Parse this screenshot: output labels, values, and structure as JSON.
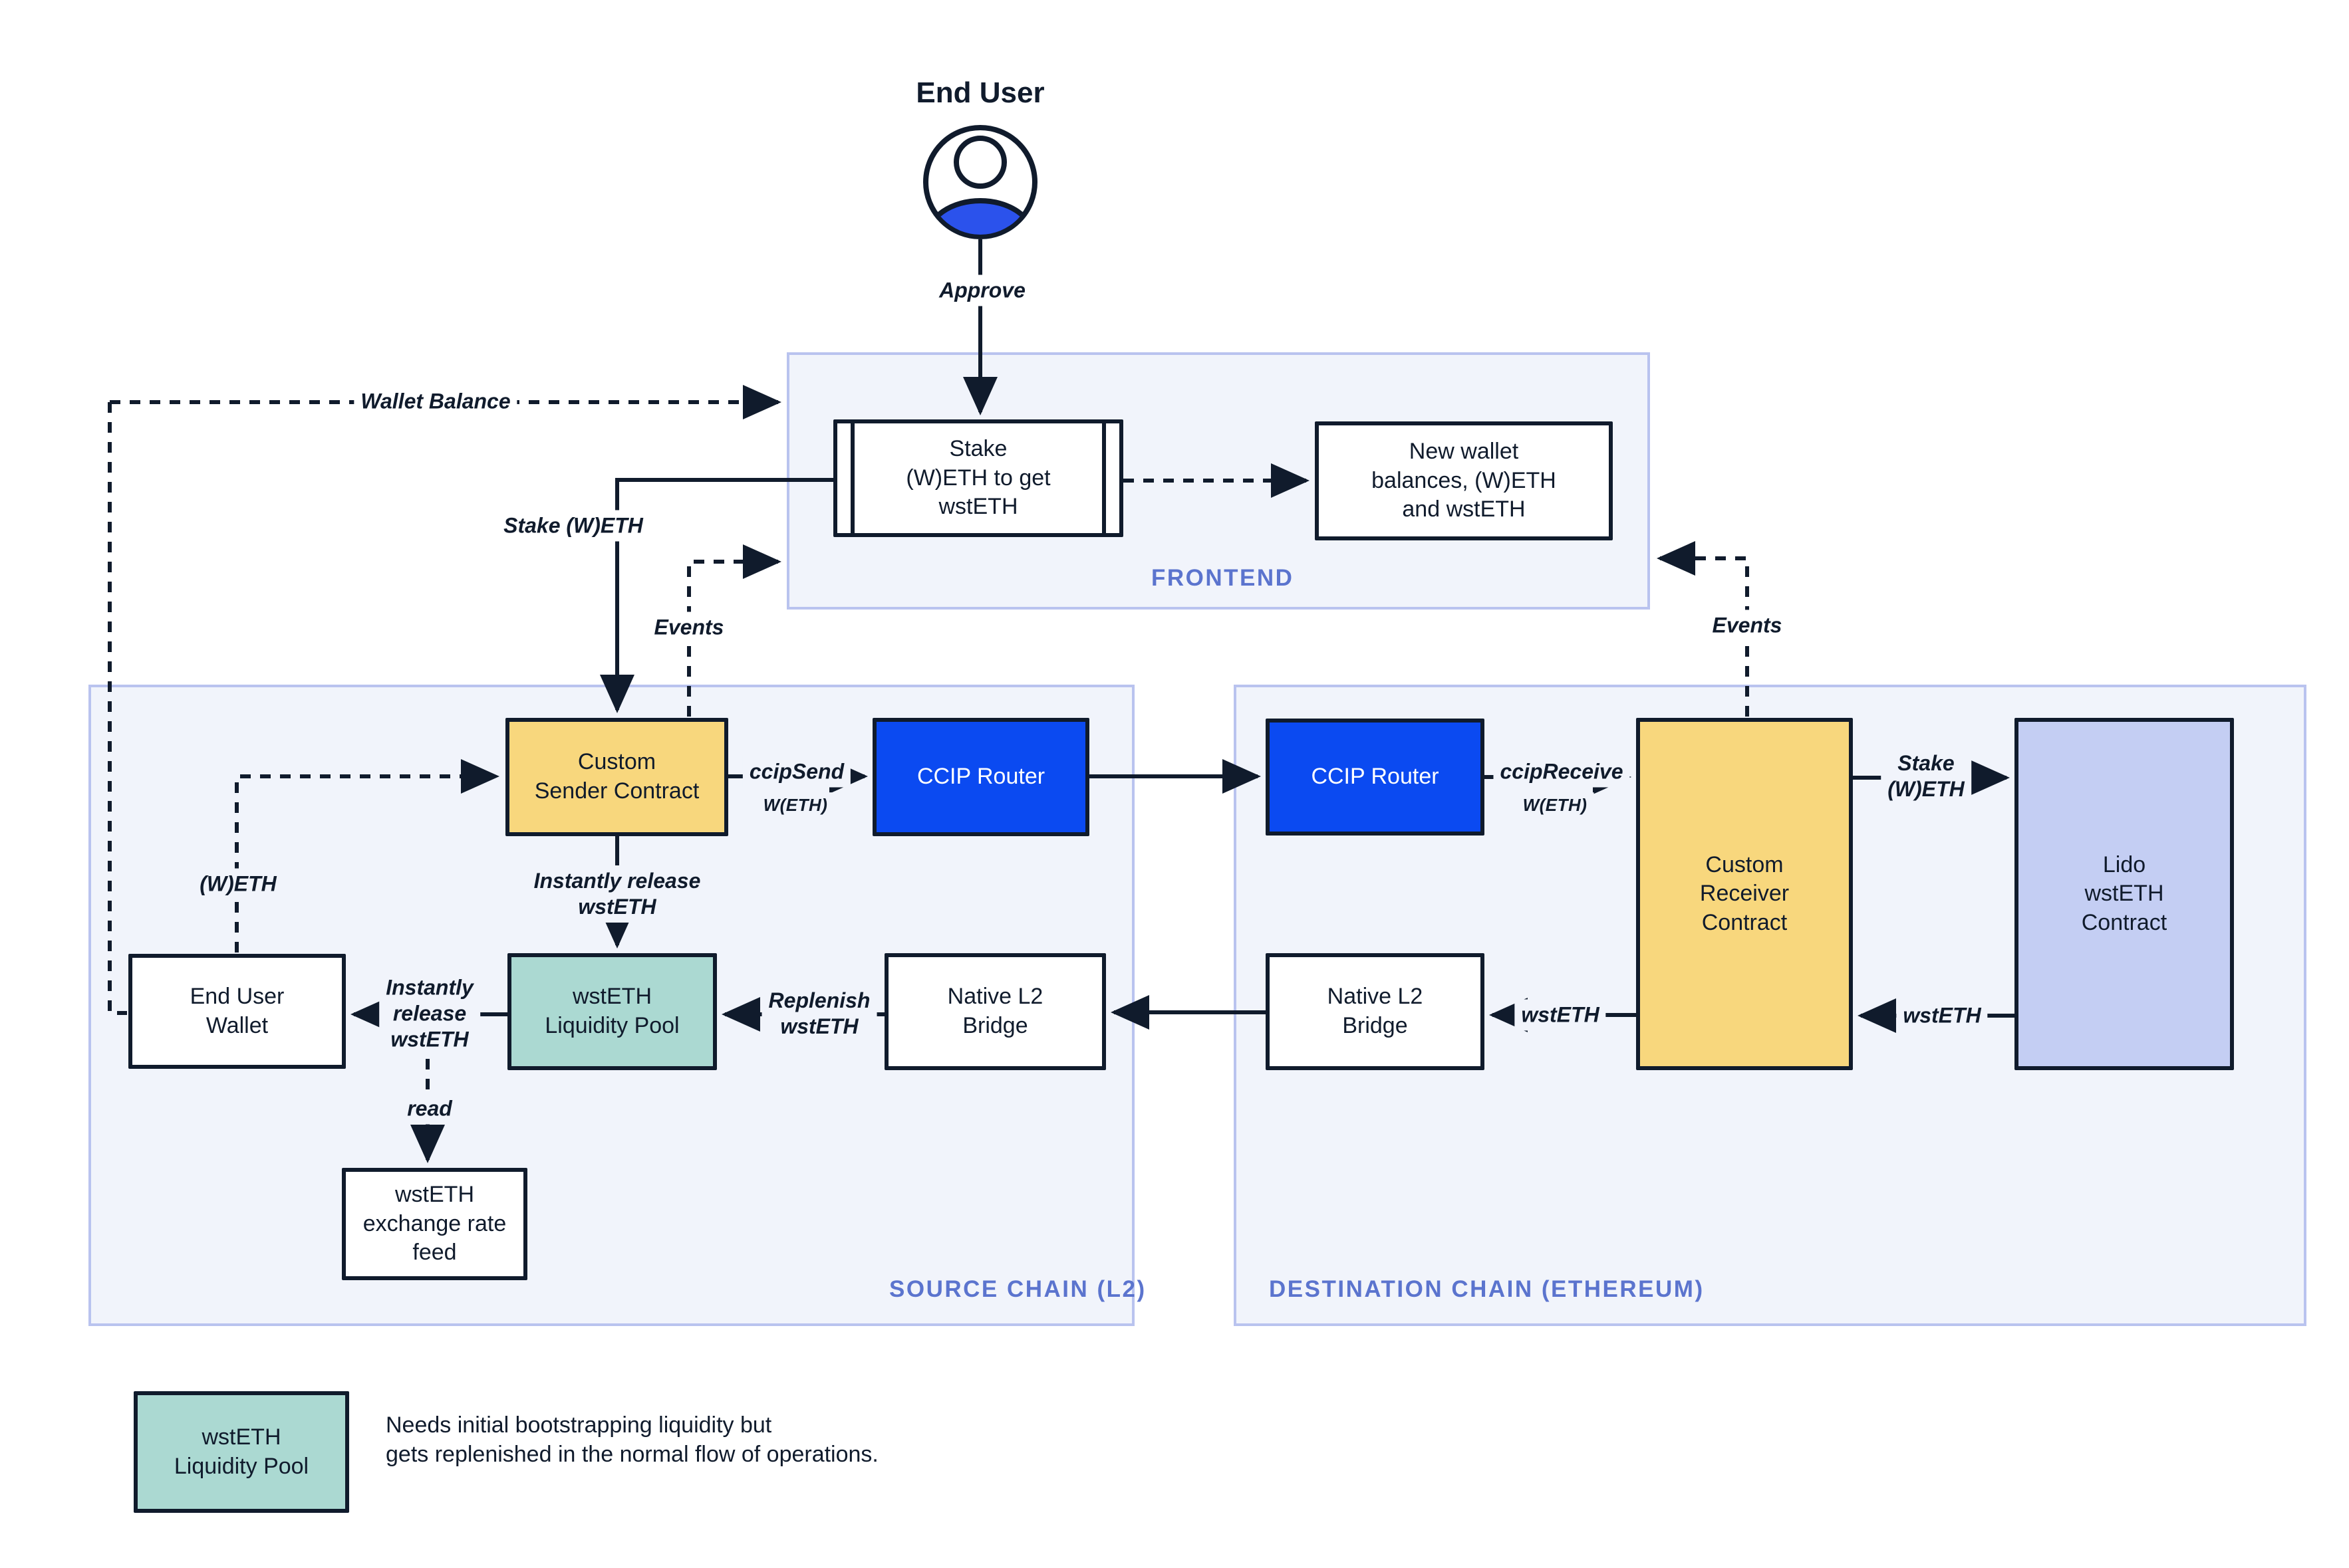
{
  "colors": {
    "ink": "#101B2C",
    "accent_blue": "#0B4AF1",
    "person_blue": "#2B52EC",
    "yellow": "#F8D77D",
    "teal": "#ABD9D2",
    "lavender": "#C4CEF3",
    "container_bg": "#F1F4FB",
    "container_border": "#B9C3EF",
    "container_label": "#5B74CE"
  },
  "actor": {
    "title": "End User"
  },
  "frontend": {
    "label": "FRONTEND",
    "stake_box": "Stake\n(W)ETH to get\nwstETH",
    "new_wallet_box": "New wallet\nbalances, (W)ETH\nand wstETH"
  },
  "source": {
    "label": "SOURCE CHAIN (L2)",
    "custom_sender": "Custom\nSender Contract",
    "ccip_router": "CCIP Router",
    "liquidity_pool": "wstETH\nLiquidity Pool",
    "bridge": "Native L2\nBridge",
    "wallet": "End User\nWallet",
    "rate_feed": "wstETH\nexchange rate\nfeed"
  },
  "destination": {
    "label": "DESTINATION CHAIN (ETHEREUM)",
    "ccip_router": "CCIP Router",
    "receiver": "Custom\nReceiver\nContract",
    "bridge": "Native L2\nBridge",
    "lido": "Lido\nwstETH\nContract"
  },
  "edges": {
    "approve": "Approve",
    "wallet_balance": "Wallet Balance",
    "stake_weth": "Stake (W)ETH",
    "events_left": "Events",
    "events_right": "Events",
    "ccip_send": "ccipSend",
    "ccip_send_token": "W(ETH)",
    "ccip_receive": "ccipReceive",
    "ccip_receive_token": "W(ETH)",
    "stake_dest": "Stake\n(W)ETH",
    "weth": "(W)ETH",
    "instant_release_pool": "Instantly release\nwstETH",
    "instant_release_wallet": "Instantly\nrelease\nwstETH",
    "replenish": "Replenish\nwstETH",
    "wsteth_from_lido": "wstETH",
    "wsteth_to_bridge": "wstETH",
    "read": "read"
  },
  "legend": {
    "box": "wstETH\nLiquidity Pool",
    "caption": "Needs initial bootstrapping liquidity but\ngets replenished in the normal flow of operations."
  }
}
